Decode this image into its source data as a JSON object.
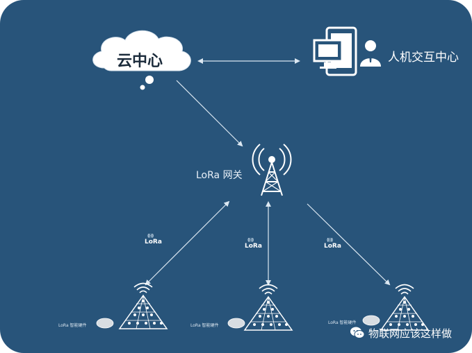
{
  "cloud": {
    "label": "云中心"
  },
  "hmi": {
    "label": "人机交互中心"
  },
  "gateway": {
    "label": "LoRa 网关"
  },
  "lora_logo": {
    "text": "LoRa"
  },
  "devices": [
    {
      "label": "LoRa 智能硬件"
    },
    {
      "label": "LoRa 智能硬件"
    },
    {
      "label": "LoRa 智能硬件"
    }
  ],
  "watermark": {
    "text": "物联网应该这样做"
  },
  "colors": {
    "background": "#28547a",
    "foreground": "#ffffff",
    "cloud": "#ffffff"
  },
  "icons": [
    "cloud-icon",
    "computer-phone-icon",
    "person-icon",
    "gateway-tower-icon",
    "sensor-node-icon",
    "wechat-icon"
  ]
}
